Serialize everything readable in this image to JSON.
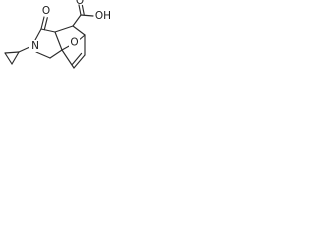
{
  "structure": {
    "atoms": {
      "ring_nitrogen": "N",
      "carbonyl_oxygen": "O",
      "acid_carbonyl_oxygen": "O",
      "acid_hydroxyl": "OH",
      "bridge_oxygen": "O"
    },
    "colors": {
      "bond": "#2b2b2b",
      "label": "#1c1c1c",
      "background": "#ffffff"
    }
  }
}
